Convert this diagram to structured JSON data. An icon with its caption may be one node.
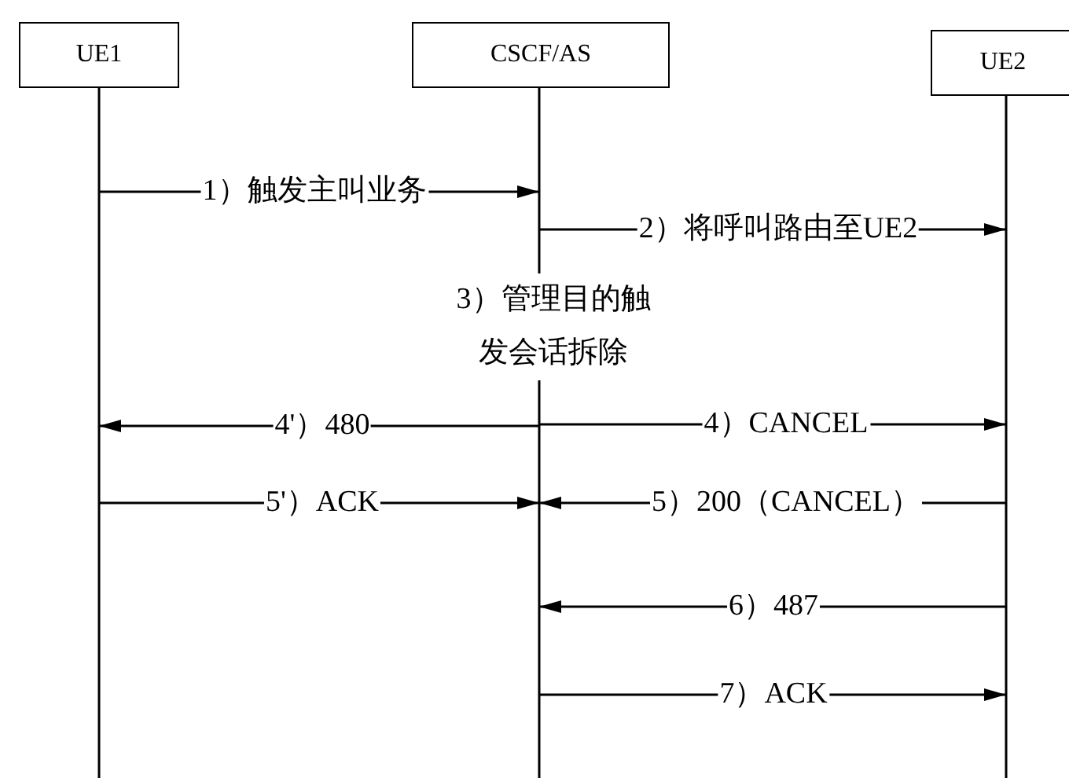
{
  "diagram": {
    "nodes": [
      {
        "text": [
          "UE1"
        ]
      },
      {
        "text": [
          "CSCF/AS"
        ]
      },
      {
        "text": [
          "UE2"
        ]
      }
    ],
    "edges": [
      {
        "from": 0,
        "to": 1,
        "arrow": "to",
        "label": "1）触发主叫业务"
      },
      {
        "from": 1,
        "to": 2,
        "arrow": "to",
        "label": "2）将呼叫路由至UE2"
      },
      {
        "from": 1,
        "to": 0,
        "arrow": "to",
        "label": "4'）480"
      },
      {
        "from": 1,
        "to": 2,
        "arrow": "to",
        "label": "4）CANCEL"
      },
      {
        "from": 0,
        "to": 1,
        "arrow": "to",
        "label": "5'）ACK"
      },
      {
        "from": 2,
        "to": 1,
        "arrow": "to",
        "label": "5）200（CANCEL）"
      },
      {
        "from": 2,
        "to": 1,
        "arrow": "to",
        "label": "6）487"
      },
      {
        "from": 1,
        "to": 2,
        "arrow": "to",
        "label": "7）ACK"
      }
    ],
    "labels": [
      "3）管理目的触发会话拆除"
    ]
  }
}
